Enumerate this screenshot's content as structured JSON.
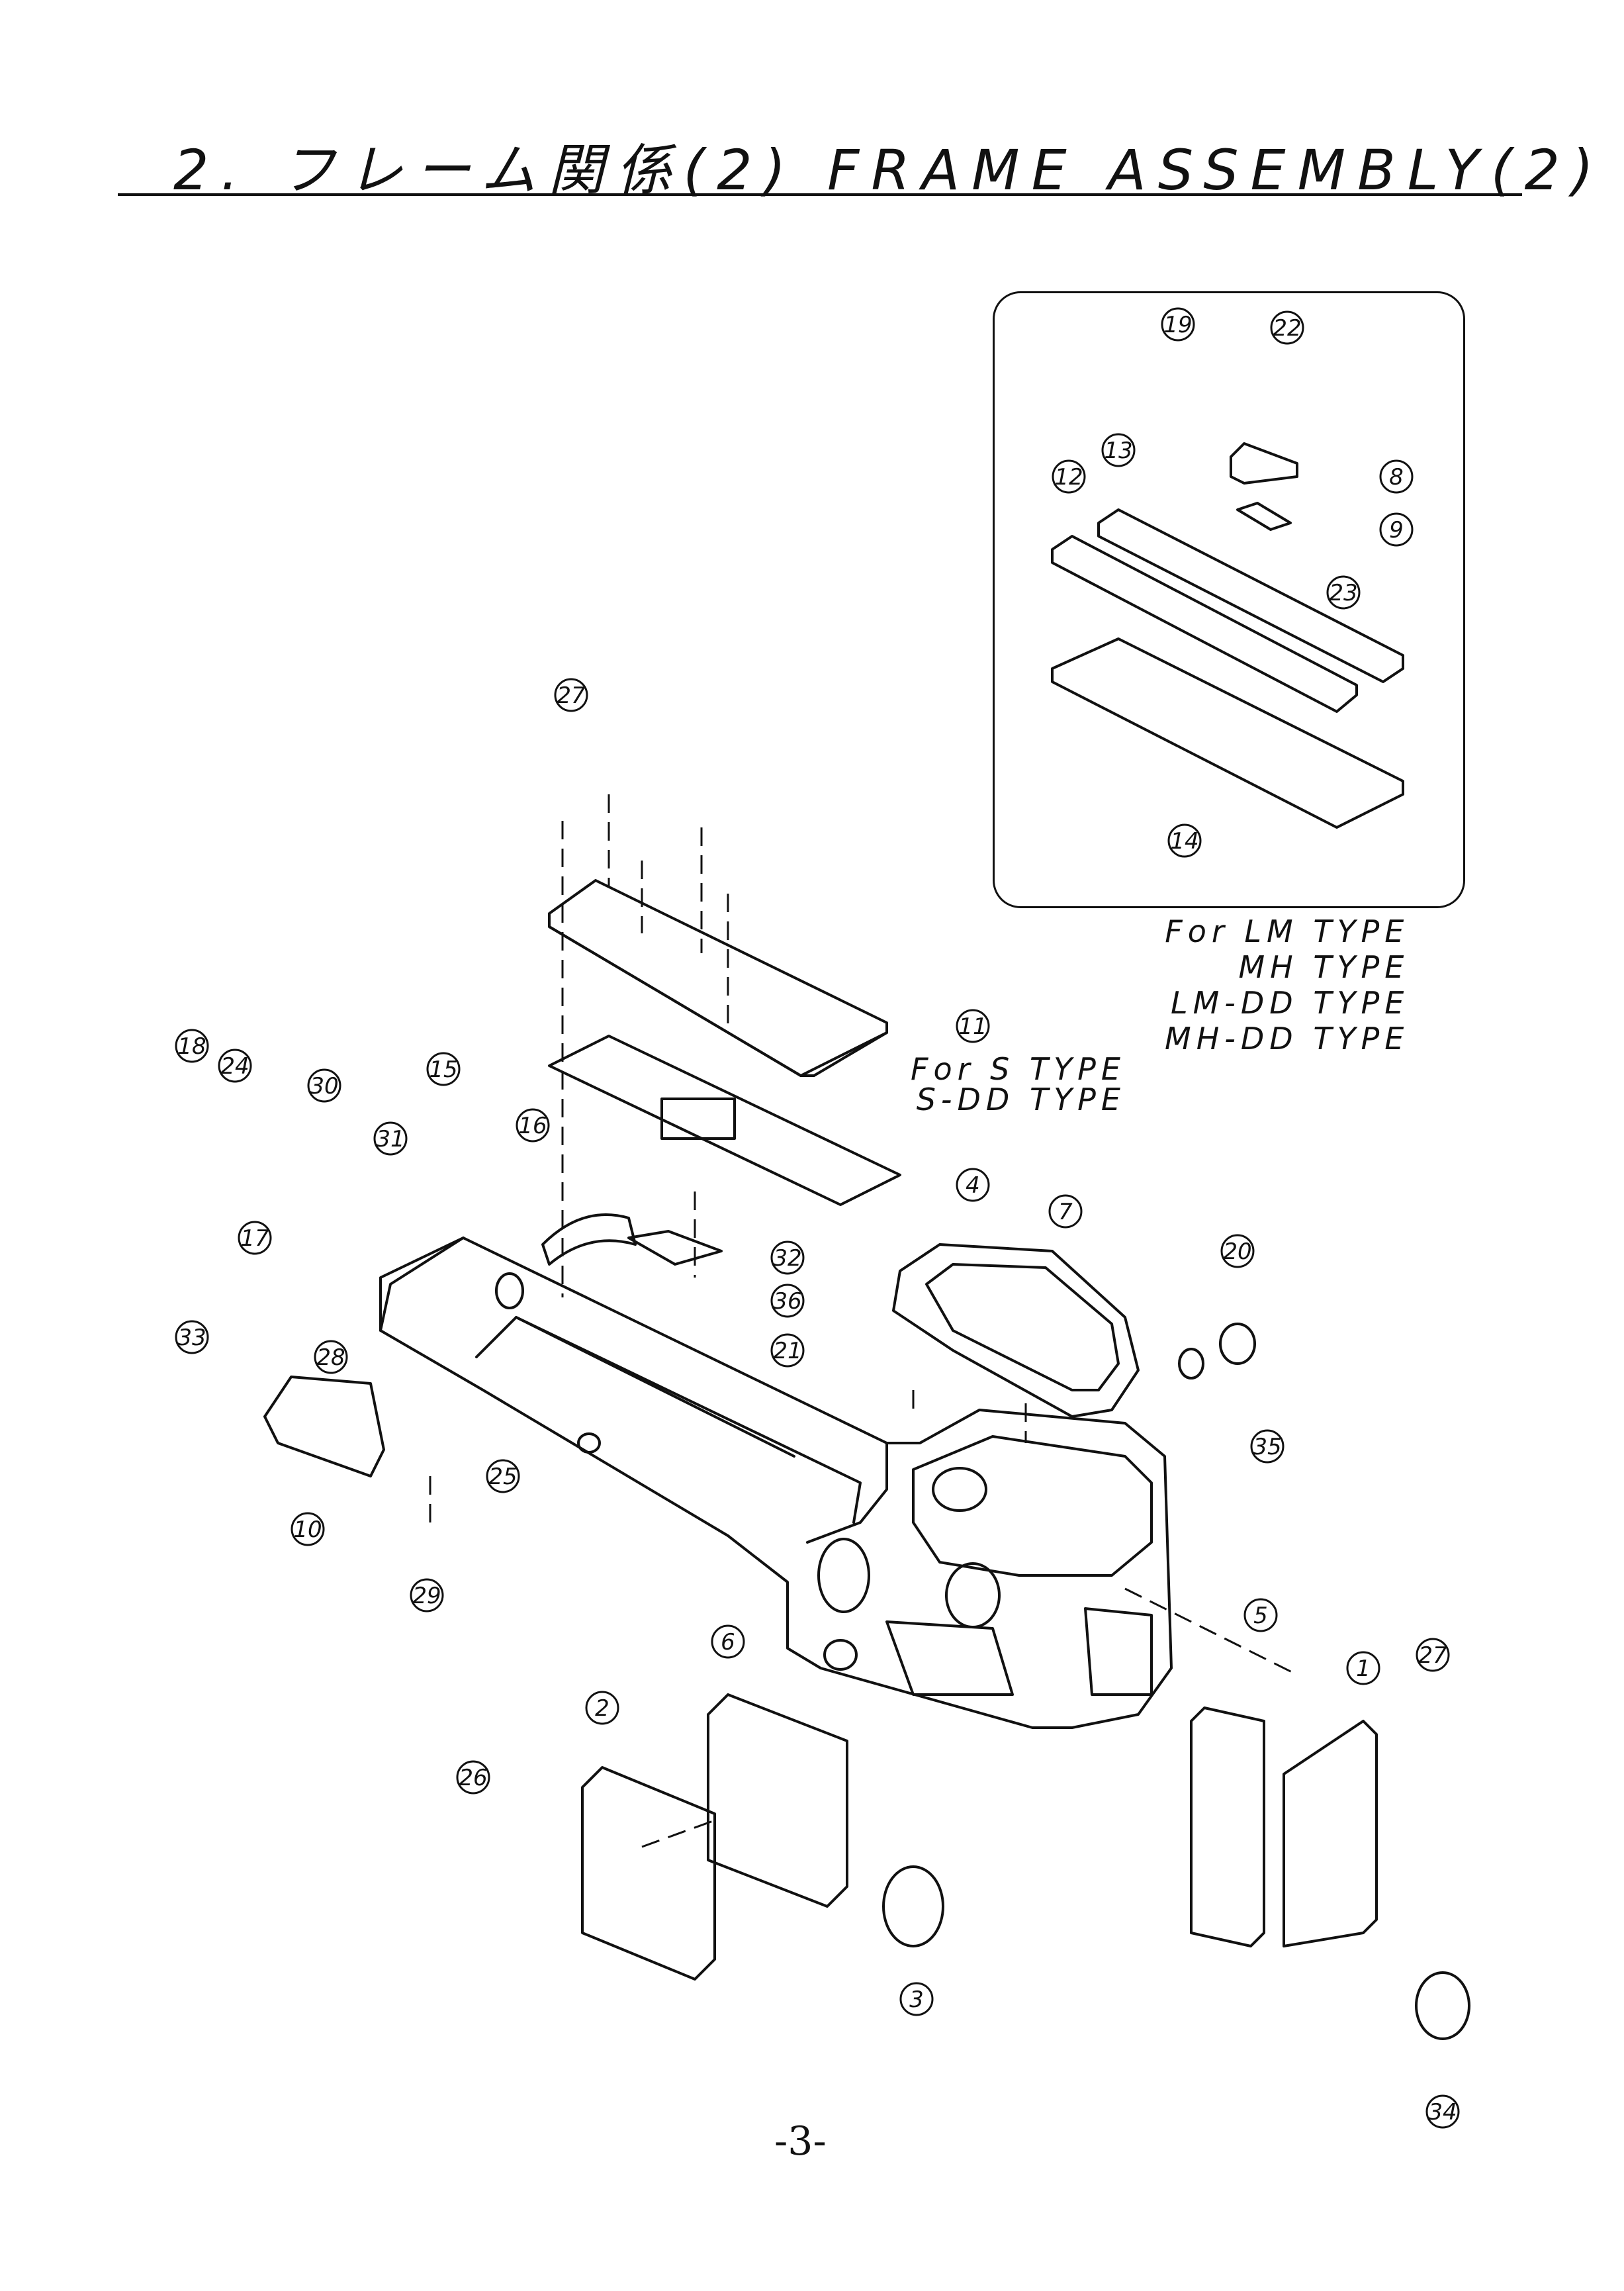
{
  "page": {
    "title": "2. フレーム関係(2)  FRAME ASSEMBLY(2)",
    "page_number": "-3-"
  },
  "notes": [
    {
      "lines": [
        "For      LM TYPE",
        "MH TYPE",
        "LM-DD TYPE",
        "MH-DD TYPE"
      ]
    },
    {
      "lines": [
        "For    S TYPE",
        "S-DD TYPE"
      ]
    }
  ],
  "callouts": [
    "1",
    "2",
    "3",
    "4",
    "5",
    "6",
    "7",
    "8",
    "9",
    "10",
    "11",
    "12",
    "13",
    "14",
    "15",
    "16",
    "17",
    "18",
    "19",
    "20",
    "21",
    "22",
    "23",
    "24",
    "25",
    "26",
    "27",
    "27",
    "28",
    "29",
    "30",
    "31",
    "32",
    "33",
    "34",
    "35",
    "36"
  ]
}
